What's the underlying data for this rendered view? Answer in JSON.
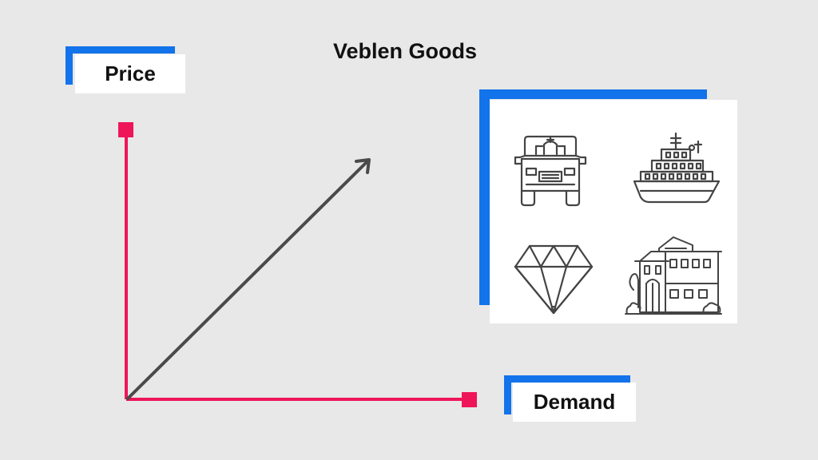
{
  "title": "Veblen Goods",
  "axes": {
    "y_label": "Price",
    "x_label": "Demand"
  },
  "colors": {
    "axis": "#ee1559",
    "arrow": "#4a4a4a",
    "accent": "#1273eb",
    "card": "#ffffff",
    "background": "#e8e8e8"
  },
  "icons": [
    "luxury-car-icon",
    "yacht-icon",
    "diamond-icon",
    "mansion-icon"
  ]
}
